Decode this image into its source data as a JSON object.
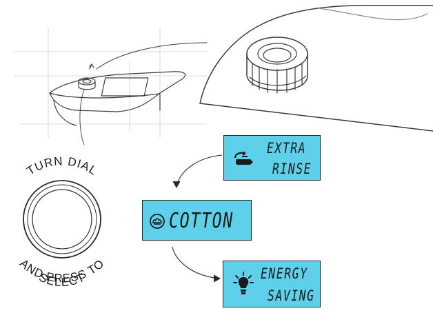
{
  "dial_caption": {
    "top": "TURN DIAL",
    "bottom_line1": "AND PRESS TO",
    "bottom_line2": "SELECT"
  },
  "displays": [
    {
      "icon": "extra-rinse-icon",
      "line1": "EXTRA",
      "line2": "RINSE"
    },
    {
      "icon": "cotton-icon",
      "line1": "COTTON"
    },
    {
      "icon": "lightbulb-icon",
      "line1": "ENERGY",
      "line2": "SAVING"
    }
  ],
  "colors": {
    "lcd_background": "#5fd0ea",
    "ink": "#1a1a1a"
  }
}
